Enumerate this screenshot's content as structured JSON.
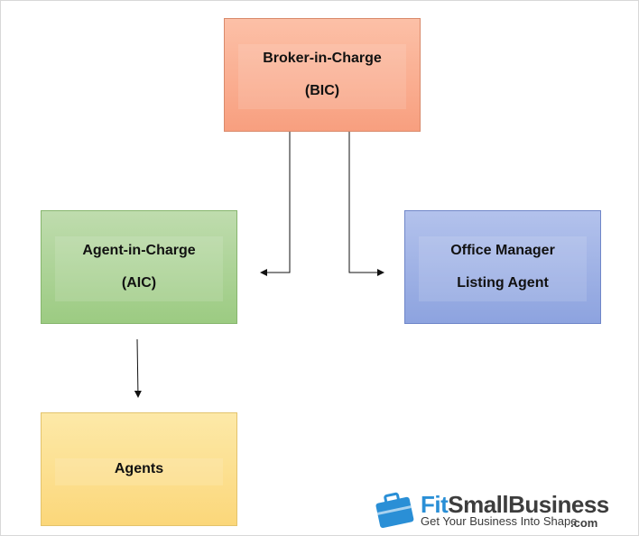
{
  "nodes": {
    "bic": {
      "line1": "Broker-in-Charge",
      "line2": "(BIC)"
    },
    "aic": {
      "line1": "Agent-in-Charge",
      "line2": "(AIC)"
    },
    "office_manager": {
      "line1": "Office Manager",
      "line2": "Listing Agent"
    },
    "agents": {
      "line1": "Agents"
    }
  },
  "logo": {
    "name_part1": "Fit",
    "name_part2": "SmallBusiness",
    "tagline": "Get Your Business Into Shape",
    "suffix": ".com"
  },
  "colors": {
    "bic": "#f9a585",
    "aic": "#a8d18f",
    "office_manager": "#98abe2",
    "agents": "#fcdc8a",
    "logo_blue": "#2a8fd6"
  }
}
